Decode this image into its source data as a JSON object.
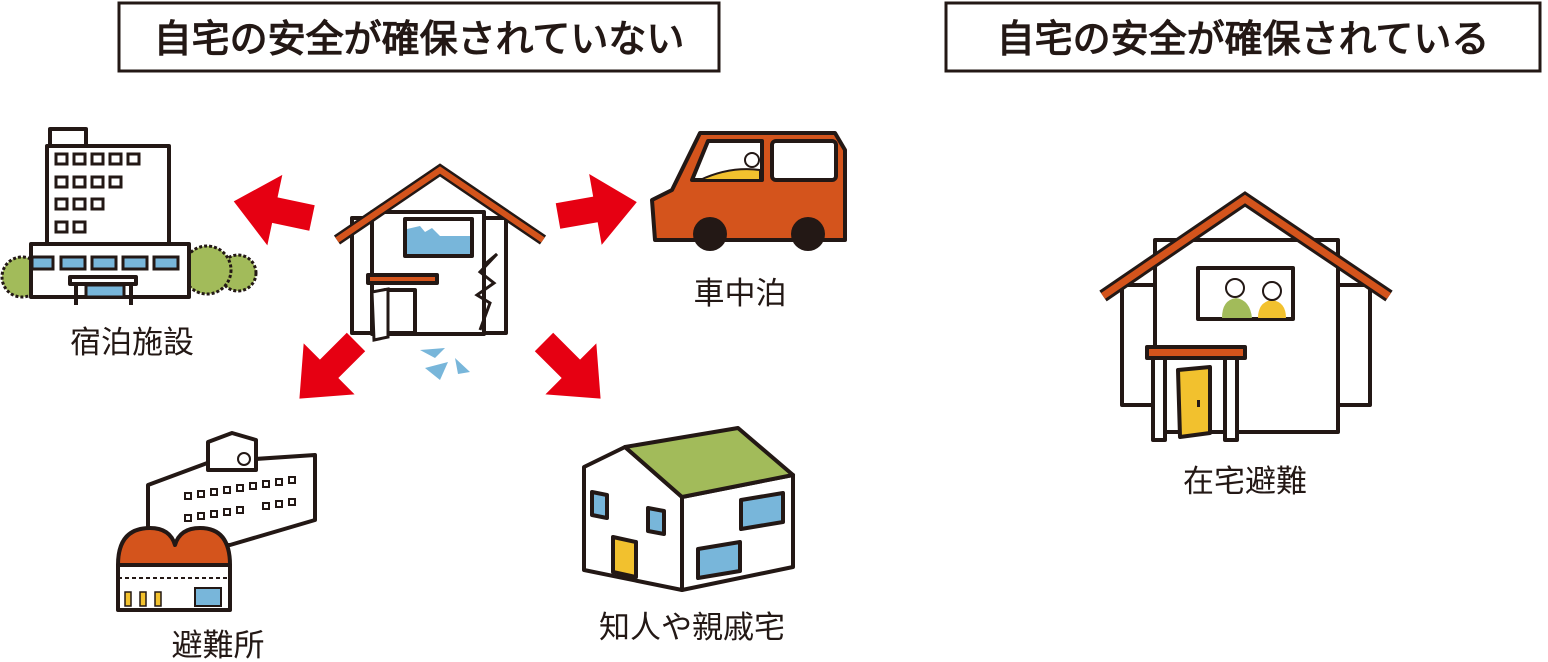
{
  "headers": {
    "unsafe": "自宅の安全が確保されていない",
    "safe": "自宅の安全が確保されている"
  },
  "destinations": {
    "hotel": "宿泊施設",
    "car": "車中泊",
    "shelter": "避難所",
    "relatives": "知人や親戚宅",
    "home": "在宅避難"
  },
  "colors": {
    "arrow": "#E60012",
    "roof": "#D4541C",
    "glass": "#78B6DA",
    "tree": "#A2BB5A",
    "door": "#F2C12E",
    "line": "#231815"
  }
}
